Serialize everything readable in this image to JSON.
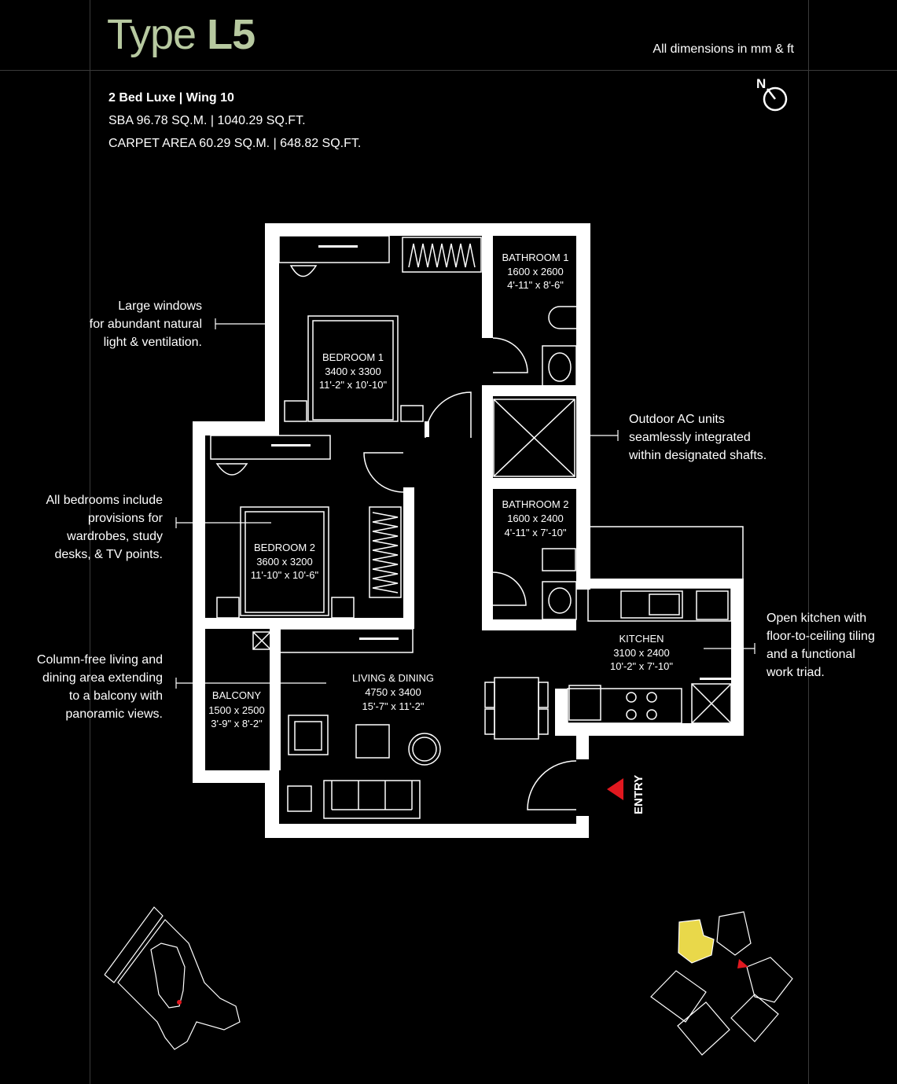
{
  "header": {
    "type_prefix": "Type",
    "type_code": "L5",
    "dimensions_note": "All dimensions in mm & ft"
  },
  "unit_info": {
    "config": "2 Bed Luxe | Wing 10",
    "sba": "SBA 96.78 SQ.M. | 1040.29 SQ.FT.",
    "carpet": "CARPET AREA 60.29 SQ.M. | 648.82 SQ.FT."
  },
  "compass": {
    "label": "N"
  },
  "rooms": {
    "bathroom1": {
      "name": "BATHROOM 1",
      "mm": "1600 x 2600",
      "ft": "4'-11\" x 8'-6\""
    },
    "bedroom1": {
      "name": "BEDROOM 1",
      "mm": "3400 x 3300",
      "ft": "11'-2\" x 10'-10\""
    },
    "bathroom2": {
      "name": "BATHROOM 2",
      "mm": "1600 x 2400",
      "ft": "4'-11\" x 7'-10\""
    },
    "bedroom2": {
      "name": "BEDROOM 2",
      "mm": "3600 x 3200",
      "ft": "11'-10\" x 10'-6\""
    },
    "kitchen": {
      "name": "KITCHEN",
      "mm": "3100 x 2400",
      "ft": "10'-2\" x 7'-10\""
    },
    "living": {
      "name": "LIVING & DINING",
      "mm": "4750 x 3400",
      "ft": "15'-7\" x 11'-2\""
    },
    "balcony": {
      "name": "BALCONY",
      "mm": "1500 x 2500",
      "ft": "3'-9\" x 8'-2\""
    }
  },
  "entry_label": "ENTRY",
  "notes": {
    "windows": [
      "Large windows",
      "for abundant natural",
      "light & ventilation."
    ],
    "ac": [
      "Outdoor AC units",
      "seamlessly integrated",
      "within designated shafts."
    ],
    "bedrooms": [
      "All bedrooms include",
      "provisions for",
      "wardrobes, study",
      "desks, & TV points."
    ],
    "kitchen": [
      "Open kitchen with",
      "floor-to-ceiling tiling",
      "and a functional",
      "work triad."
    ],
    "living": [
      "Column-free living and",
      "dining area extending",
      "to a balcony with",
      "panoramic views."
    ]
  },
  "colors": {
    "title": "#b7c9a0",
    "highlight": "#e9d84a",
    "entry_marker": "#e0181f",
    "background": "#000000"
  }
}
